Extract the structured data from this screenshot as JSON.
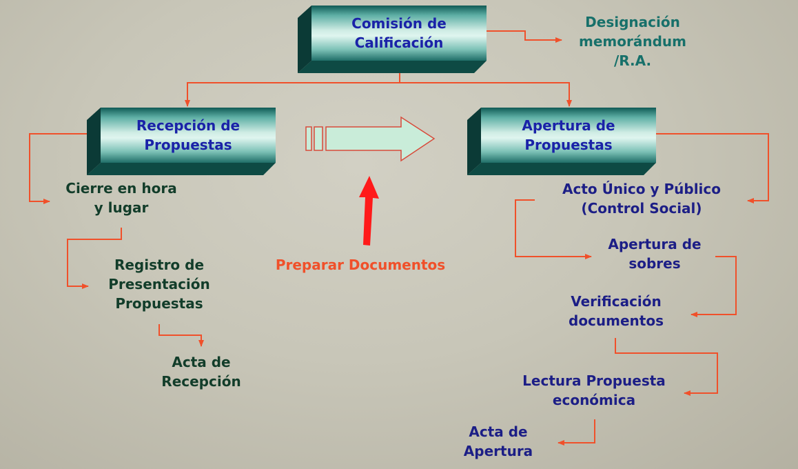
{
  "boxes": {
    "comision": [
      "Comisión de",
      "Calificación"
    ],
    "recepcion": [
      "Recepción de",
      "Propuestas"
    ],
    "apertura": [
      "Apertura de",
      "Propuestas"
    ]
  },
  "labels": {
    "designacion": [
      "Designación",
      "memorándum",
      "/R.A."
    ],
    "cierre": [
      "Cierre en hora",
      "y lugar"
    ],
    "registro": [
      "Registro de",
      "Presentación",
      "Propuestas"
    ],
    "acta_recepcion": [
      "Acta de",
      "Recepción"
    ],
    "preparar": "Preparar Documentos",
    "acto_unico": [
      "Acto Único y Público",
      "(Control Social)"
    ],
    "apertura_sobres": [
      "Apertura de",
      "sobres"
    ],
    "verificacion": [
      "Verificación",
      "documentos"
    ],
    "lectura": [
      "Lectura Propuesta",
      "económica"
    ],
    "acta_apertura": [
      "Acta de",
      "Apertura"
    ]
  },
  "colors": {
    "connector": "#f0502a",
    "box_text": "#1a22a8",
    "navy_text": "#1c1e86",
    "dark_green_text": "#123d2a",
    "teal_text": "#17706a",
    "accent_red": "#ff1a1a",
    "block_arrow_fill": "#c9ecd9"
  }
}
